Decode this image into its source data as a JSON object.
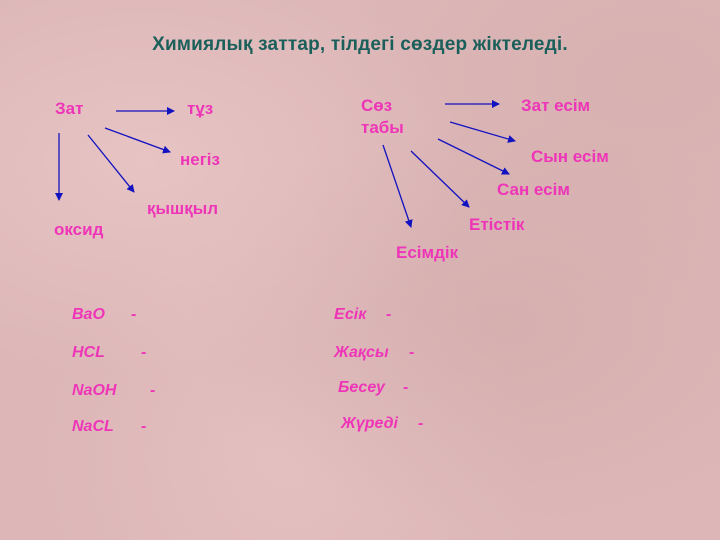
{
  "slide": {
    "title": "Химиялық заттар, тілдегі сөздер жіктеледі.",
    "colors": {
      "title": "#1b5f5b",
      "label": "#ee35b8",
      "arrow": "#1212c0",
      "background": "#ddb7b7"
    }
  },
  "left_diagram": {
    "root": "Зат",
    "branches": [
      "тұз",
      "негіз",
      "қышқыл",
      "оксид"
    ]
  },
  "right_diagram": {
    "root_line1": "Сөз",
    "root_line2": "табы",
    "branches": [
      "Зат есім",
      "Сын есім",
      "Сан есім",
      "Етістік",
      "Есімдік"
    ]
  },
  "left_list": [
    {
      "term": "BaO",
      "dash": "-"
    },
    {
      "term": "HCL",
      "dash": "-"
    },
    {
      "term": "NaOH",
      "dash": "-"
    },
    {
      "term": "NaCL",
      "dash": "-"
    }
  ],
  "right_list": [
    {
      "term": "Есік",
      "dash": "-"
    },
    {
      "term": "Жақсы",
      "dash": "-"
    },
    {
      "term": "Бесеу",
      "dash": "-"
    },
    {
      "term": "Жүреді",
      "dash": "-"
    }
  ]
}
